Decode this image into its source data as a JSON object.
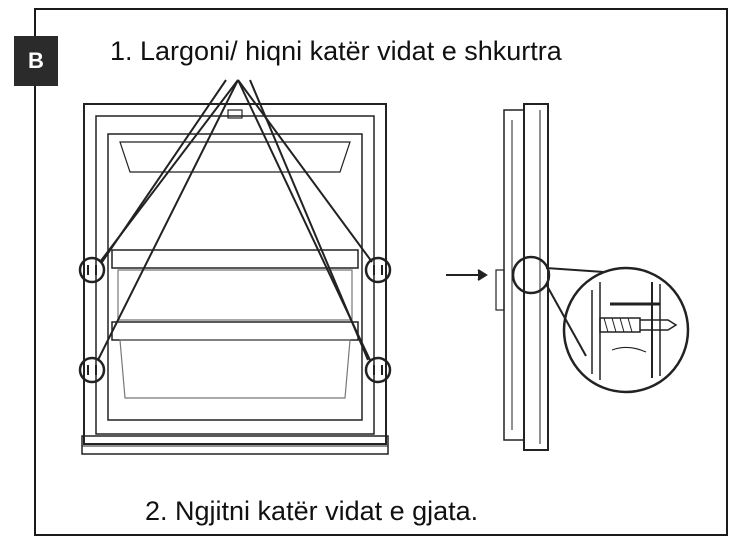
{
  "badge": "B",
  "step1": "1. Largoni/ hiqni katër vidat e shkurtra",
  "step2": "2. Ngjitni katër vidat e gjata.",
  "colors": {
    "line": "#222222",
    "badge_bg": "#2b2b2b",
    "light_line": "#777777"
  }
}
